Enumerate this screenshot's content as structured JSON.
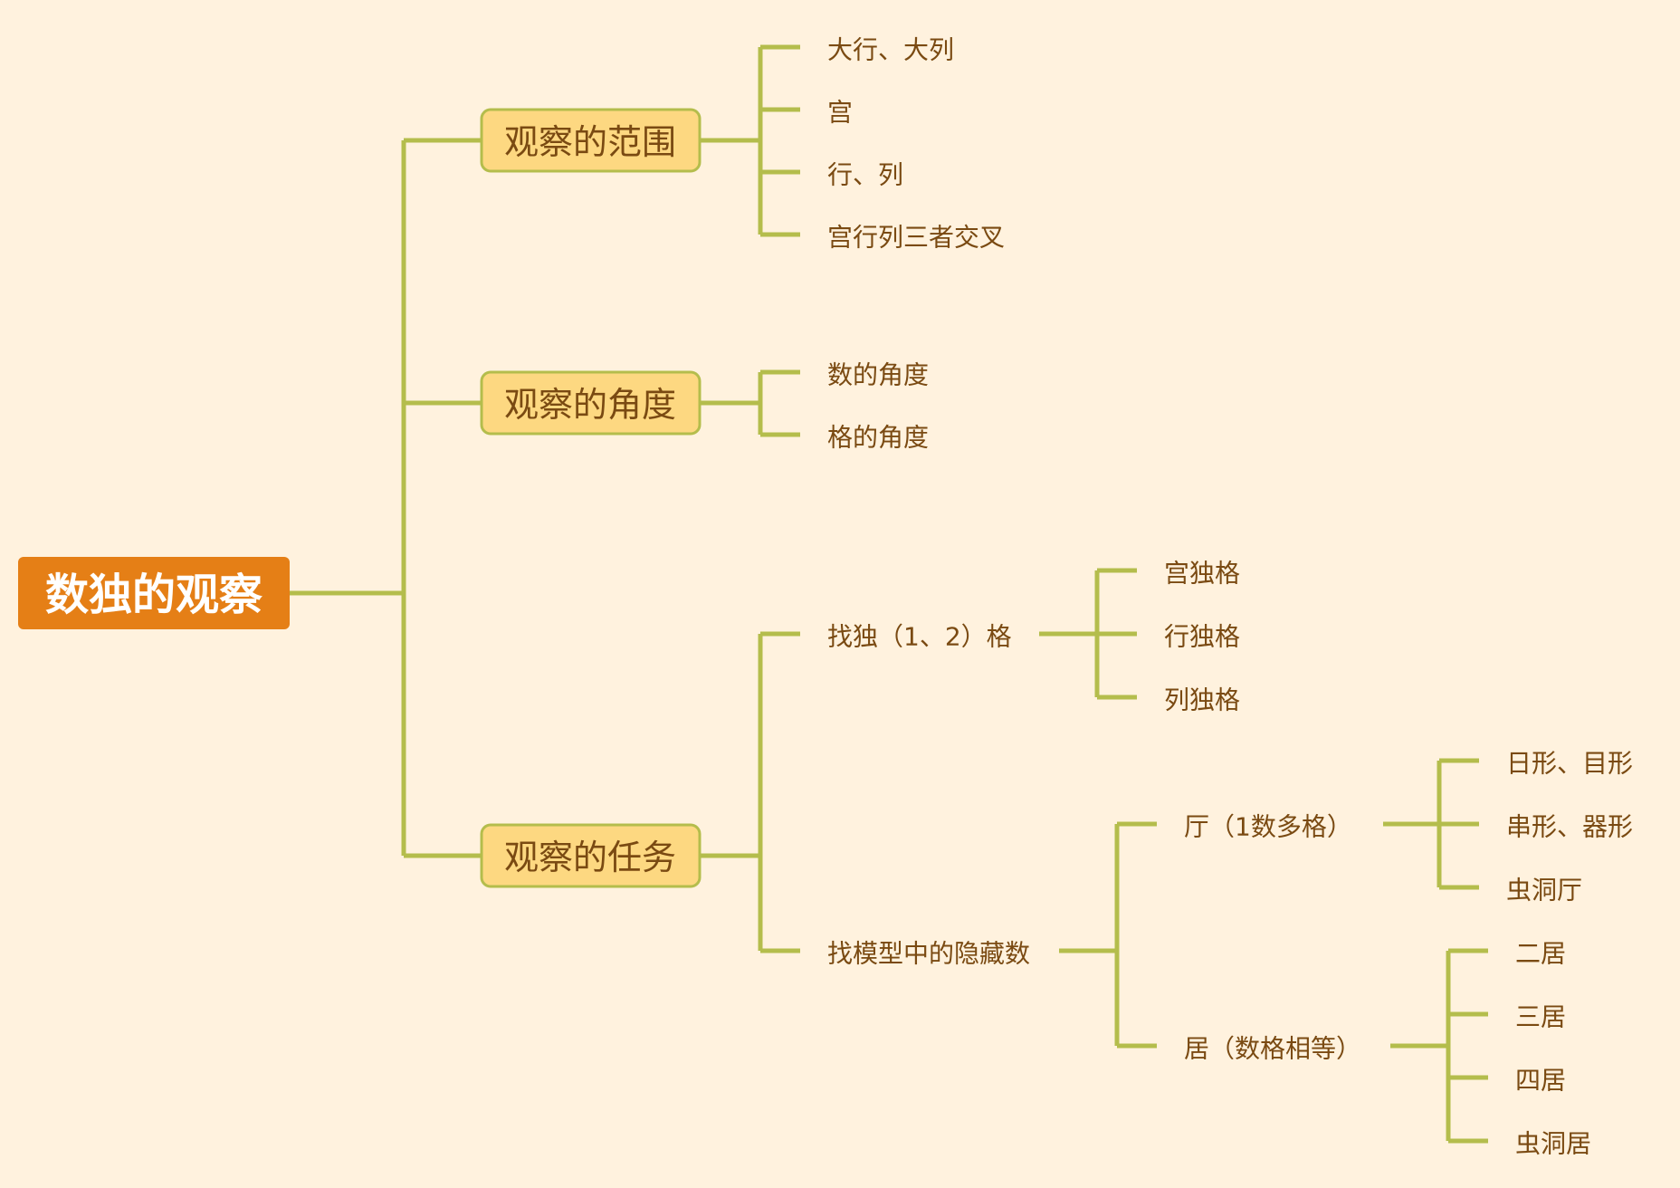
{
  "root": {
    "label": "数独的观察"
  },
  "branches": [
    {
      "label": "观察的范围",
      "children": [
        {
          "label": "大行、大列"
        },
        {
          "label": "宫"
        },
        {
          "label": "行、列"
        },
        {
          "label": "宫行列三者交叉"
        }
      ]
    },
    {
      "label": "观察的角度",
      "children": [
        {
          "label": "数的角度"
        },
        {
          "label": "格的角度"
        }
      ]
    },
    {
      "label": "观察的任务",
      "children": [
        {
          "label": "找独（1、2）格",
          "children": [
            {
              "label": "宫独格"
            },
            {
              "label": "行独格"
            },
            {
              "label": "列独格"
            }
          ]
        },
        {
          "label": "找模型中的隐藏数",
          "children": [
            {
              "label": "厅（1数多格）",
              "children": [
                {
                  "label": "日形、目形"
                },
                {
                  "label": "串形、器形"
                },
                {
                  "label": "虫洞厅"
                }
              ]
            },
            {
              "label": "居（数格相等）",
              "children": [
                {
                  "label": "二居"
                },
                {
                  "label": "三居"
                },
                {
                  "label": "四居"
                },
                {
                  "label": "虫洞居"
                }
              ]
            }
          ]
        }
      ]
    }
  ],
  "colors": {
    "background": "#fff2de",
    "root_fill": "#e57f16",
    "branch_fill": "#fdd881",
    "line": "#b4bd4c",
    "text": "#7a4a12"
  }
}
